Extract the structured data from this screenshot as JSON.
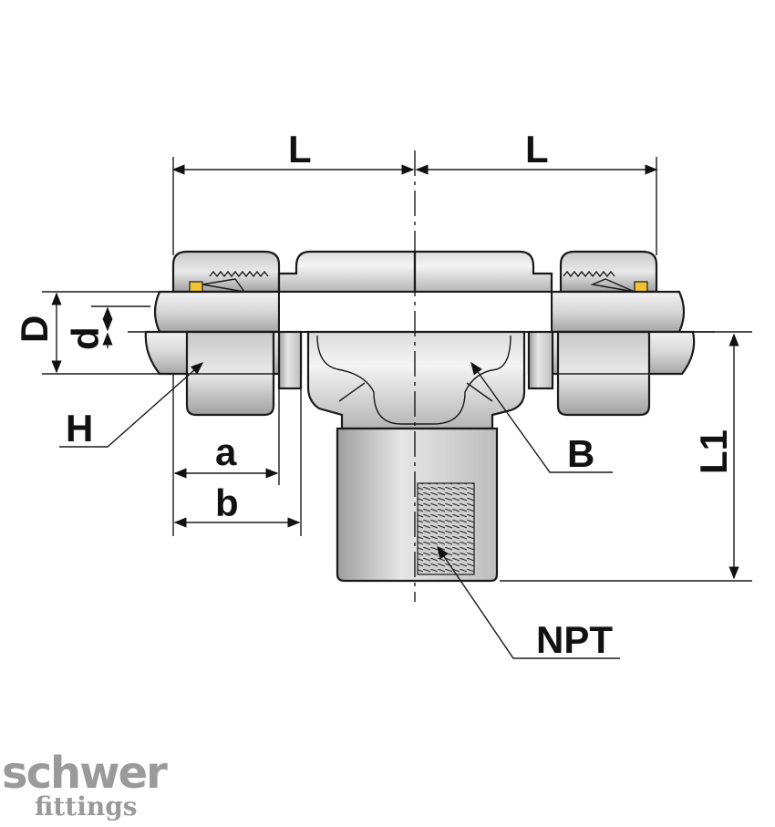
{
  "labels": {
    "L_left": "L",
    "L_right": "L",
    "D": "D",
    "d": "d",
    "H": "H",
    "a": "a",
    "b": "b",
    "B": "B",
    "L1": "L1",
    "NPT": "NPT"
  },
  "logo": {
    "main": "schwer",
    "sub": "fittings"
  },
  "colors": {
    "body_light": "#e6e6e6",
    "body_dark": "#a8a8a8",
    "ferrule_blue": "#8ec7ea",
    "ring_yellow": "#f2c232",
    "logo_gray": "#9a9a9a"
  }
}
